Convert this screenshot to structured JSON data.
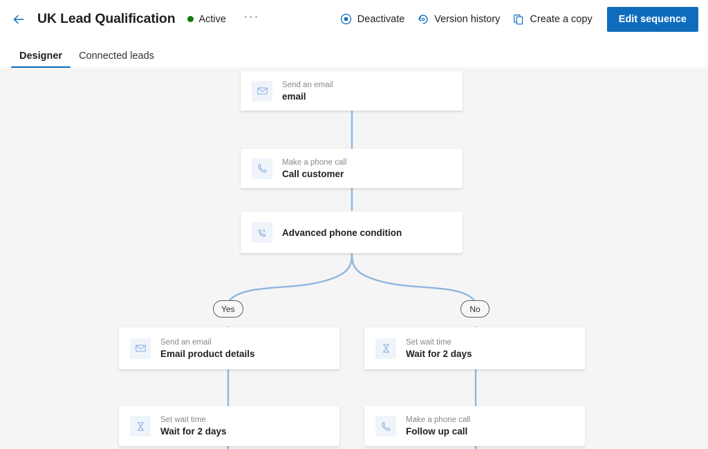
{
  "header": {
    "back_icon": "arrow-left-icon",
    "title": "UK Lead Qualification",
    "status": "Active",
    "status_color": "#107c10",
    "overflow": "···",
    "commands": [
      {
        "label": "Deactivate",
        "icon": "stop-circle-icon"
      },
      {
        "label": "Version history",
        "icon": "history-icon"
      },
      {
        "label": "Create a copy",
        "icon": "copy-icon"
      }
    ],
    "primary_action": "Edit sequence",
    "accent_color": "#0f6cbd"
  },
  "tabs": [
    {
      "label": "Designer",
      "active": true
    },
    {
      "label": "Connected leads",
      "active": false
    }
  ],
  "canvas": {
    "background_color": "#f5f5f5",
    "edge_color": "#8cb6e0",
    "nodes": [
      {
        "id": "send-email-top",
        "subtitle": "Send an email",
        "title": "email",
        "icon": "envelope-icon"
      },
      {
        "id": "call-customer",
        "subtitle": "Make a phone call",
        "title": "Call customer",
        "icon": "phone-icon"
      },
      {
        "id": "advanced-phone-condition",
        "subtitle": "",
        "title": "Advanced phone condition",
        "icon": "phone-condition-icon"
      },
      {
        "id": "email-product-details",
        "subtitle": "Send an email",
        "title": "Email product details",
        "icon": "envelope-icon"
      },
      {
        "id": "wait-right",
        "subtitle": "Set wait time",
        "title": "Wait for 2 days",
        "icon": "hourglass-icon"
      },
      {
        "id": "wait-left",
        "subtitle": "Set wait time",
        "title": "Wait for 2 days",
        "icon": "hourglass-icon"
      },
      {
        "id": "follow-up-call",
        "subtitle": "Make a phone call",
        "title": "Follow up call",
        "icon": "phone-icon"
      }
    ],
    "branches": [
      {
        "id": "branch-yes",
        "label": "Yes"
      },
      {
        "id": "branch-no",
        "label": "No"
      }
    ]
  }
}
